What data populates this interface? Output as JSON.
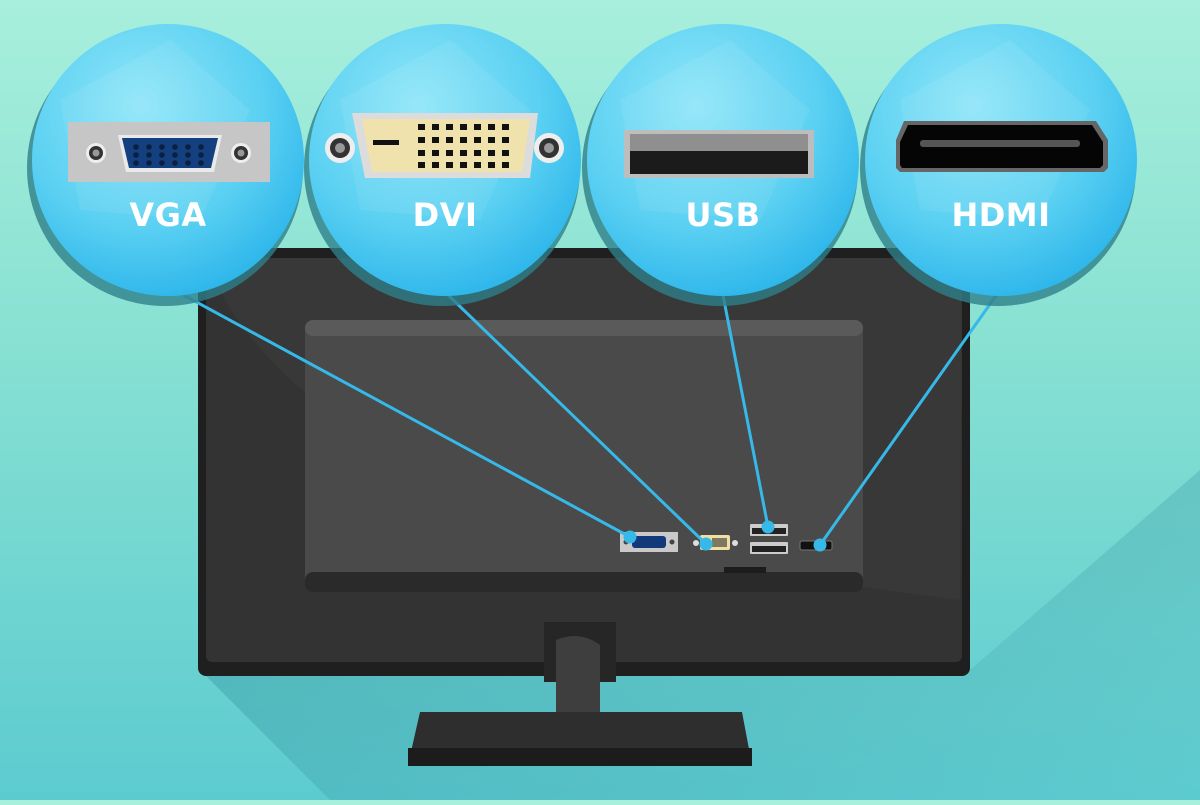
{
  "illustration": {
    "subject": "Monitor rear ports",
    "colors": {
      "background_top": "#a8efdc",
      "background_bottom": "#5ccbd0",
      "bubble": "#5fd3f3",
      "bubble_dark": "#2bb7ea",
      "connector_line": "#36b9e8",
      "monitor_body": "#2f2f2f",
      "monitor_panel": "#4a4a4a"
    },
    "callouts": [
      {
        "id": "vga",
        "label": "VGA",
        "icon": "vga-port-icon"
      },
      {
        "id": "dvi",
        "label": "DVI",
        "icon": "dvi-port-icon"
      },
      {
        "id": "usb",
        "label": "USB",
        "icon": "usb-port-icon"
      },
      {
        "id": "hdmi",
        "label": "HDMI",
        "icon": "hdmi-port-icon"
      }
    ]
  }
}
